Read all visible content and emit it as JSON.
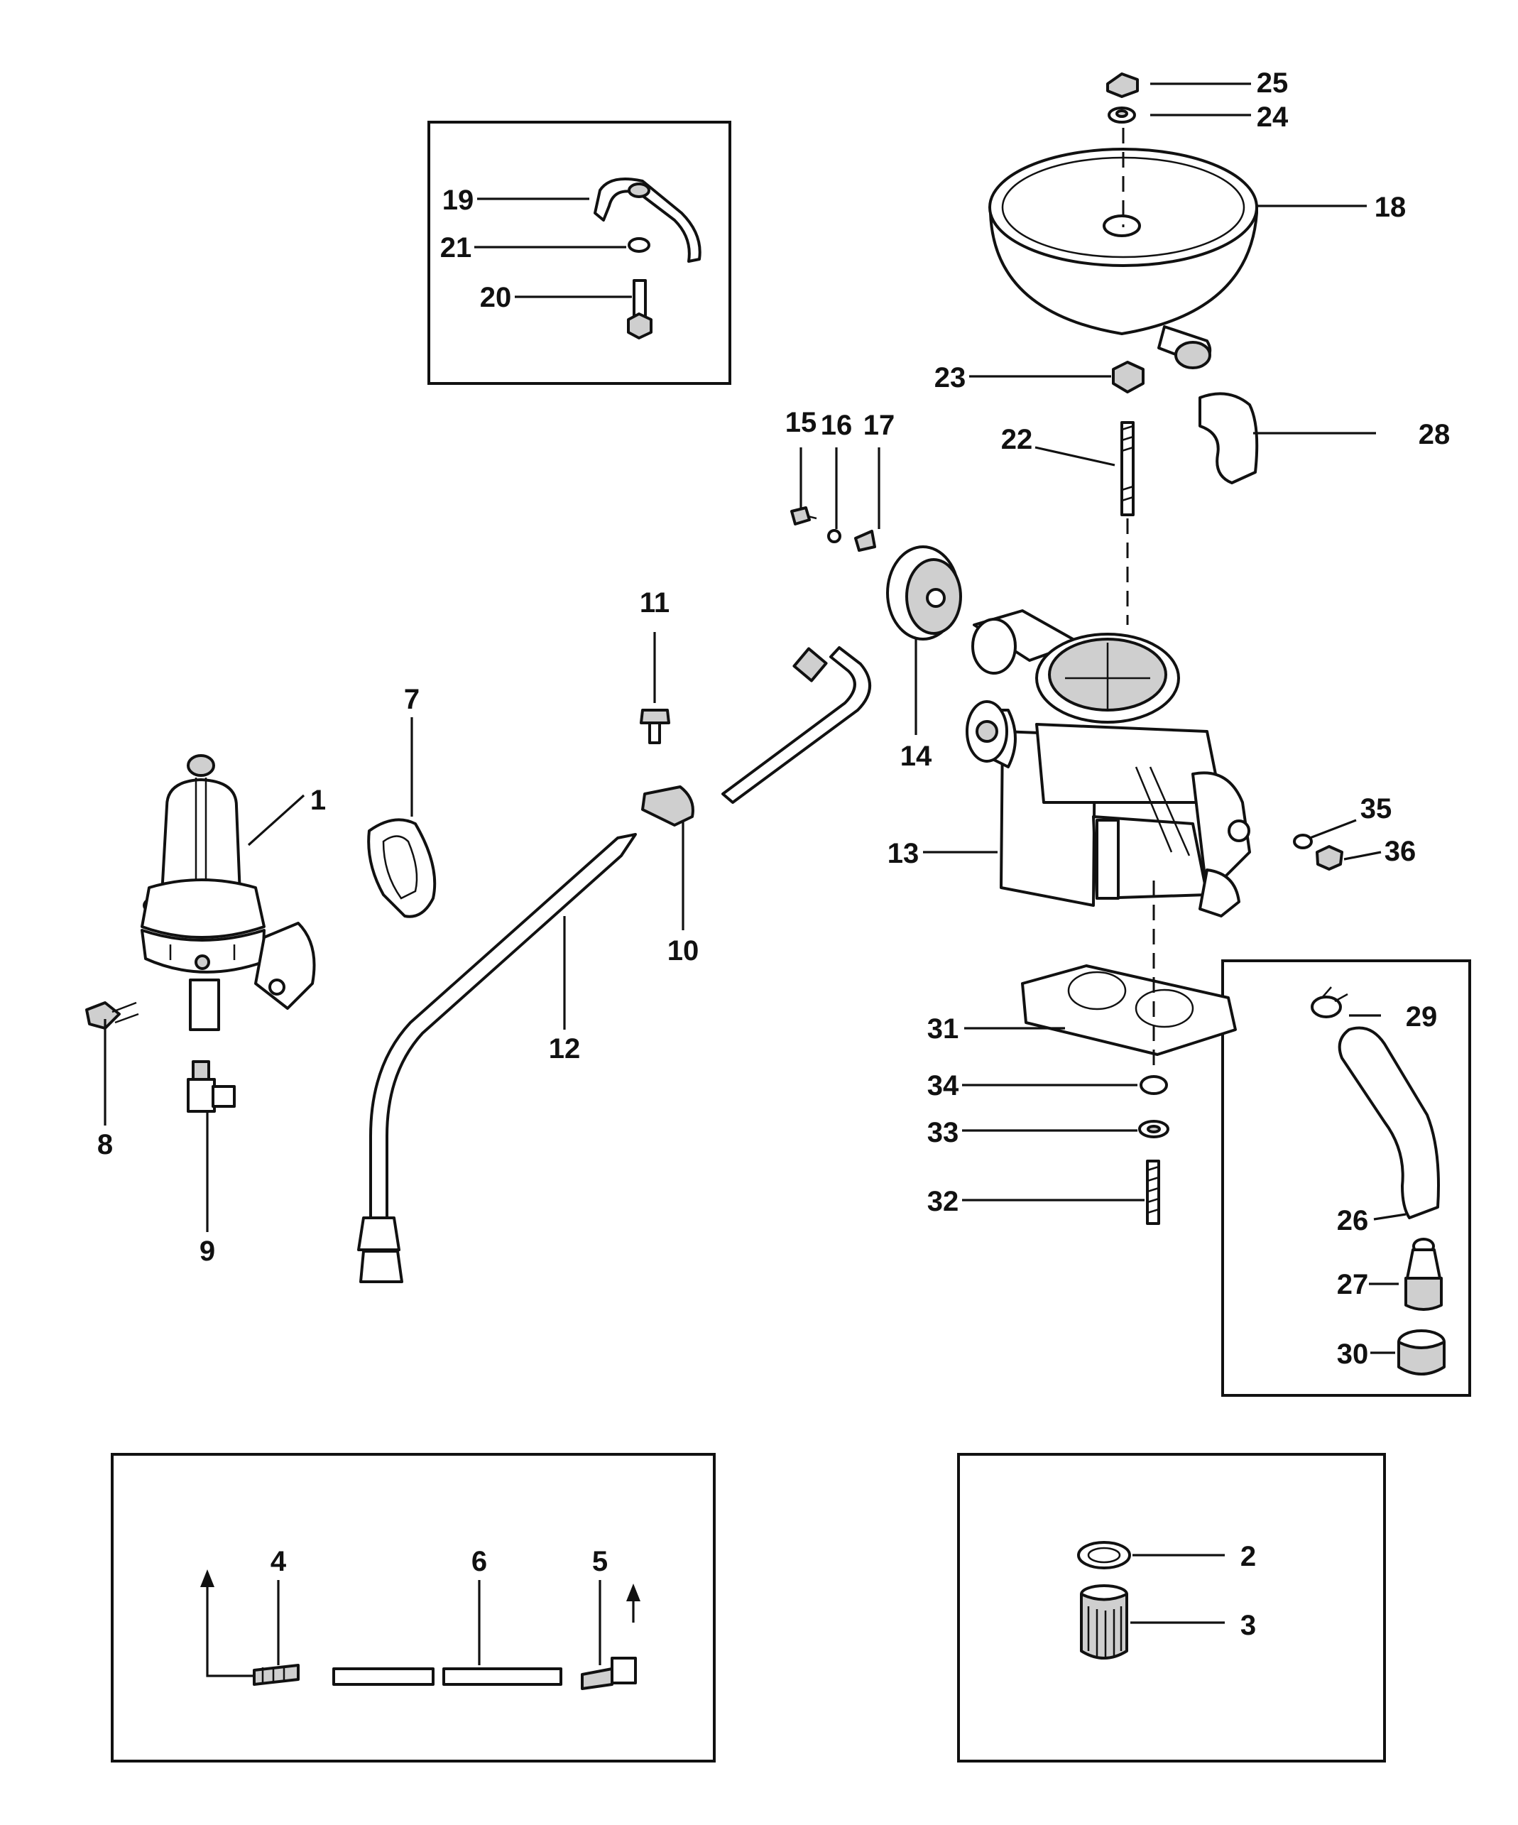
{
  "callouts": [
    "1",
    "2",
    "3",
    "4",
    "5",
    "6",
    "7",
    "8",
    "9",
    "10",
    "11",
    "12",
    "13",
    "14",
    "15",
    "16",
    "17",
    "18",
    "19",
    "20",
    "21",
    "22",
    "23",
    "24",
    "25",
    "26",
    "27",
    "28",
    "29",
    "30",
    "31",
    "32",
    "33",
    "34",
    "35",
    "36"
  ]
}
